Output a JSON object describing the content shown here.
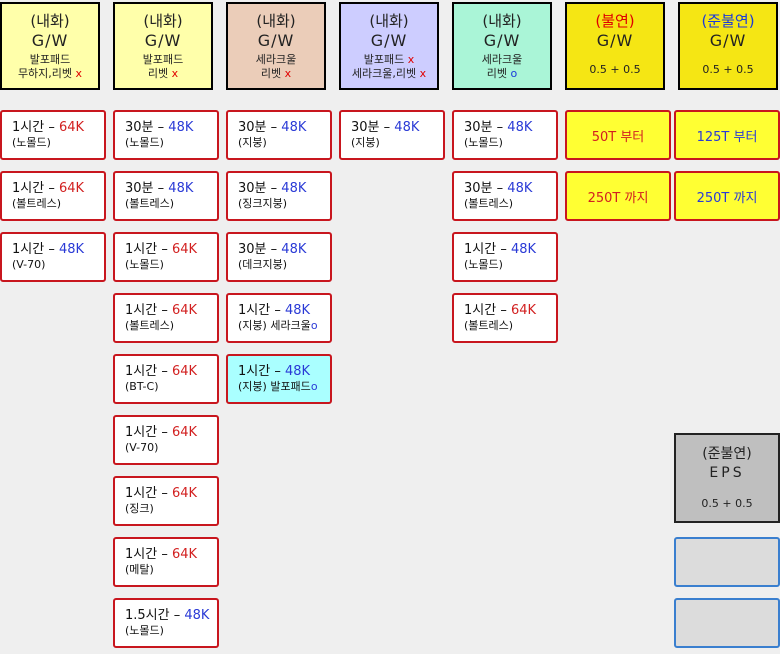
{
  "headers": [
    {
      "l1": "(내화)",
      "l2": "G/W",
      "l3": "발포패드",
      "l4": "무하지,리벳",
      "l4mark": "x",
      "color": "#ffffaa"
    },
    {
      "l1": "(내화)",
      "l2": "G/W",
      "l3": "발포패드",
      "l4": "리벳",
      "l4mark": "x",
      "color": "#ffffaa"
    },
    {
      "l1": "(내화)",
      "l2": "G/W",
      "l3": "세라크울",
      "l4": "리벳",
      "l4mark": "x",
      "color": "#ebcdb9"
    },
    {
      "l1": "(내화)",
      "l2": "G/W",
      "l3": "발포패드",
      "l3mark": "x",
      "l4": "세라크울,리벳",
      "l4mark": "x",
      "color": "#cdcdff"
    },
    {
      "l1": "(내화)",
      "l2": "G/W",
      "l3": "세라크울",
      "l4": "리벳",
      "l4mark": "o",
      "color": "#aaf5d7"
    },
    {
      "l1": "(불연)",
      "l2": "G/W",
      "sub": "0.5 + 0.5",
      "color": "#f5e614"
    },
    {
      "l1": "(준불연)",
      "l2": "G/W",
      "sub": "0.5 + 0.5",
      "color": "#f5e614"
    }
  ],
  "columns": [
    [
      {
        "time": "1시간",
        "dash": "–",
        "size": "64K",
        "size_color": "red",
        "sub": "(노몰드)"
      },
      {
        "time": "1시간",
        "dash": "–",
        "size": "64K",
        "size_color": "red",
        "sub": "(볼트레스)"
      },
      {
        "time": "1시간",
        "dash": "–",
        "size": "48K",
        "size_color": "blue",
        "sub": "(V-70)"
      }
    ],
    [
      {
        "time": "30분",
        "dash": "–",
        "size": "48K",
        "size_color": "blue",
        "sub": "(노몰드)"
      },
      {
        "time": "30분",
        "dash": "–",
        "size": "48K",
        "size_color": "blue",
        "sub": "(볼트레스)"
      },
      {
        "time": "1시간",
        "dash": "–",
        "size": "64K",
        "size_color": "red",
        "sub": "(노몰드)"
      },
      {
        "time": "1시간",
        "dash": "–",
        "size": "64K",
        "size_color": "red",
        "sub": "(볼트레스)"
      },
      {
        "time": "1시간",
        "dash": "–",
        "size": "64K",
        "size_color": "red",
        "sub": "(BT-C)"
      },
      {
        "time": "1시간",
        "dash": "–",
        "size": "64K",
        "size_color": "red",
        "sub": "(V-70)"
      },
      {
        "time": "1시간",
        "dash": "–",
        "size": "64K",
        "size_color": "red",
        "sub": "(징크)"
      },
      {
        "time": "1시간",
        "dash": "–",
        "size": "64K",
        "size_color": "red",
        "sub": "(메탈)"
      },
      {
        "time": "1.5시간",
        "dash": "–",
        "size": "48K",
        "size_color": "blue",
        "sub": "(노몰드)"
      }
    ],
    [
      {
        "time": "30분",
        "dash": "–",
        "size": "48K",
        "size_color": "blue",
        "sub": "(지붕)"
      },
      {
        "time": "30분",
        "dash": "–",
        "size": "48K",
        "size_color": "blue",
        "sub": "(징크지붕)"
      },
      {
        "time": "30분",
        "dash": "–",
        "size": "48K",
        "size_color": "blue",
        "sub": "(데크지붕)"
      },
      {
        "time": "1시간",
        "dash": "–",
        "size": "48K",
        "size_color": "blue",
        "sub": "(지붕) 세라크울",
        "submark": "o"
      },
      {
        "time": "1시간",
        "dash": "–",
        "size": "48K",
        "size_color": "blue",
        "sub": "(지붕) 발포패드",
        "submark": "o",
        "highlight": true
      }
    ],
    [
      {
        "time": "30분",
        "dash": "–",
        "size": "48K",
        "size_color": "blue",
        "sub": "(지붕)"
      }
    ],
    [
      {
        "time": "30분",
        "dash": "–",
        "size": "48K",
        "size_color": "blue",
        "sub": "(노몰드)"
      },
      {
        "time": "30분",
        "dash": "–",
        "size": "48K",
        "size_color": "blue",
        "sub": "(볼트레스)"
      },
      {
        "time": "1시간",
        "dash": "–",
        "size": "48K",
        "size_color": "blue",
        "sub": "(노몰드)"
      },
      {
        "time": "1시간",
        "dash": "–",
        "size": "64K",
        "size_color": "red",
        "sub": "(볼트레스)"
      }
    ],
    [
      {
        "label": "50T 부터",
        "label_color": "red"
      },
      {
        "label": "250T 까지",
        "label_color": "red"
      }
    ],
    [
      {
        "label": "125T 부터",
        "label_color": "blue"
      },
      {
        "label": "250T 까지",
        "label_color": "blue"
      }
    ]
  ],
  "eps": {
    "l1": "(준불연)",
    "l2": "EPS",
    "sub": "0.5 + 0.5"
  },
  "colors": {
    "cell_border": "#c8161e",
    "red_text": "#d22020",
    "blue_text": "#2a3ad6",
    "empty_border": "#3a7fcf"
  }
}
